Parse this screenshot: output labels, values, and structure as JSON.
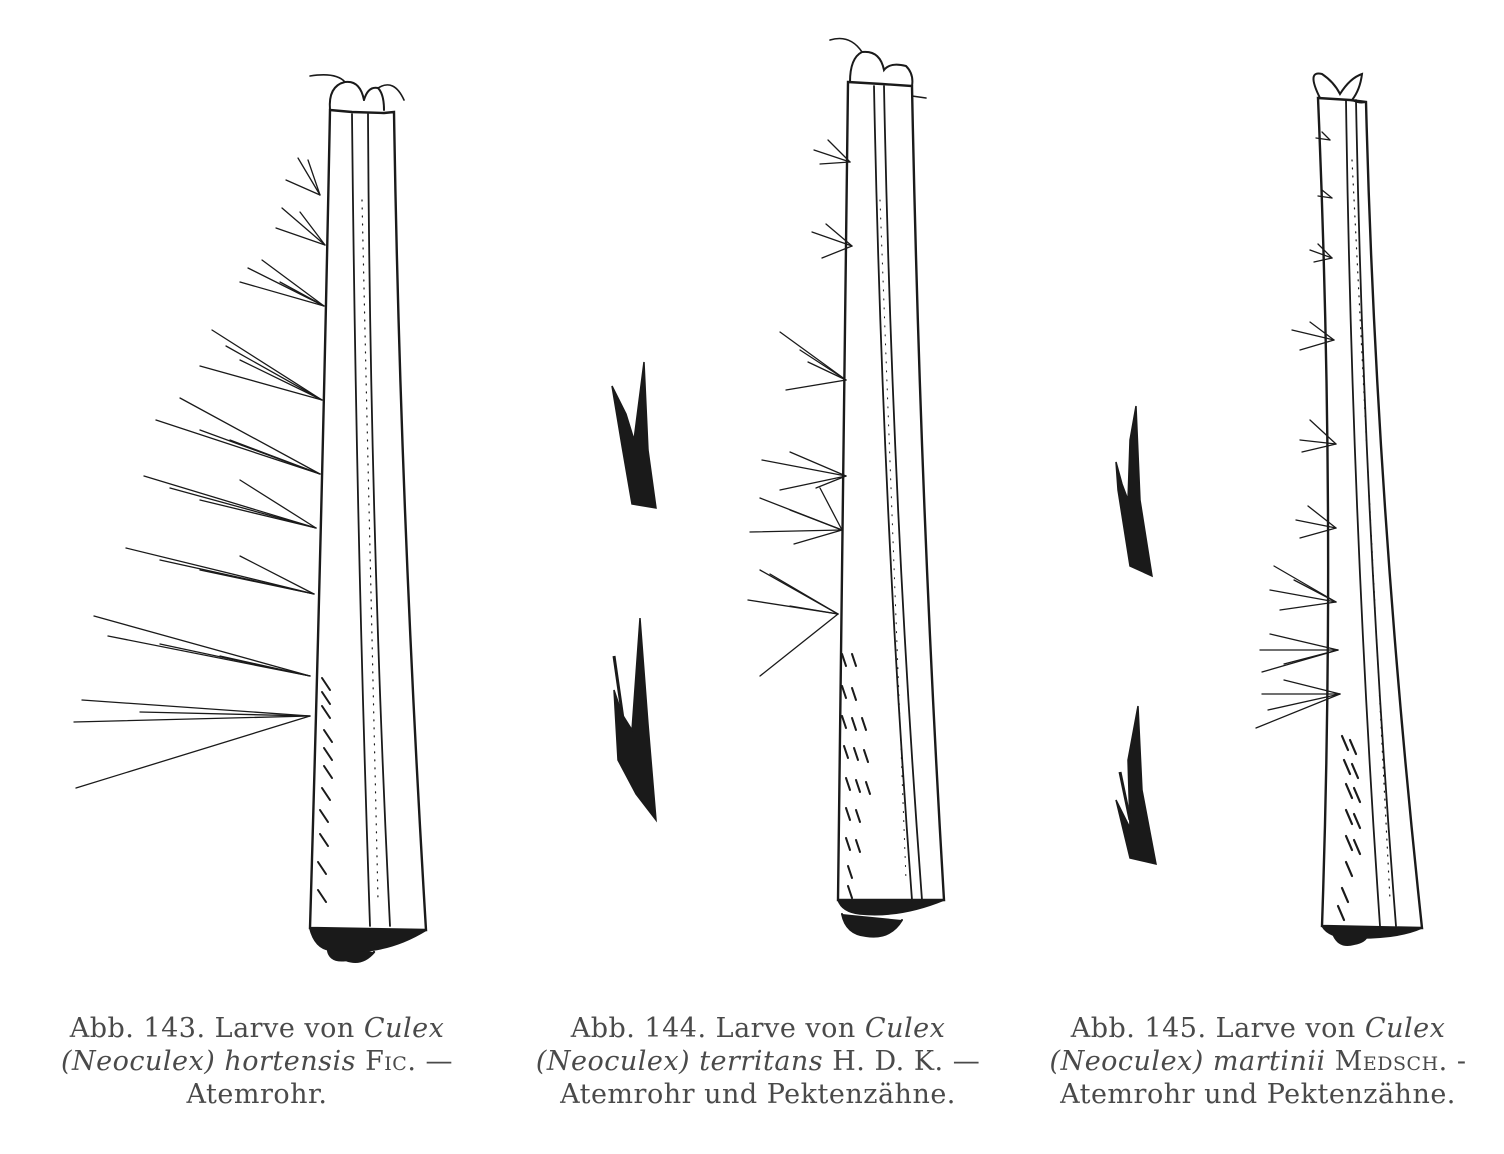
{
  "colors": {
    "ink": "#1a1a1a",
    "caption_ink": "#4a4a4a",
    "background": "#ffffff"
  },
  "figures": [
    {
      "label": "Abb. 143.",
      "text1": "Larve von",
      "genus": "Culex",
      "subgenus": "(Neoculex)",
      "species": "hortensis",
      "author": "Fic.",
      "dash": "—",
      "line3": "Atemrohr."
    },
    {
      "label": "Abb. 144.",
      "text1": "Larve von",
      "genus": "Culex",
      "subgenus": "(Neoculex)",
      "species": "territans",
      "author": "H. D. K.",
      "dash": "—",
      "line3": "Atemrohr und Pektenzähne."
    },
    {
      "label": "Abb. 145.",
      "text1": "Larve von",
      "genus": "Culex",
      "subgenus": "(Neoculex)",
      "species": "martinii",
      "author": "Medsch.",
      "dash": "-",
      "line3": "Atemrohr und Pektenzähne."
    }
  ]
}
